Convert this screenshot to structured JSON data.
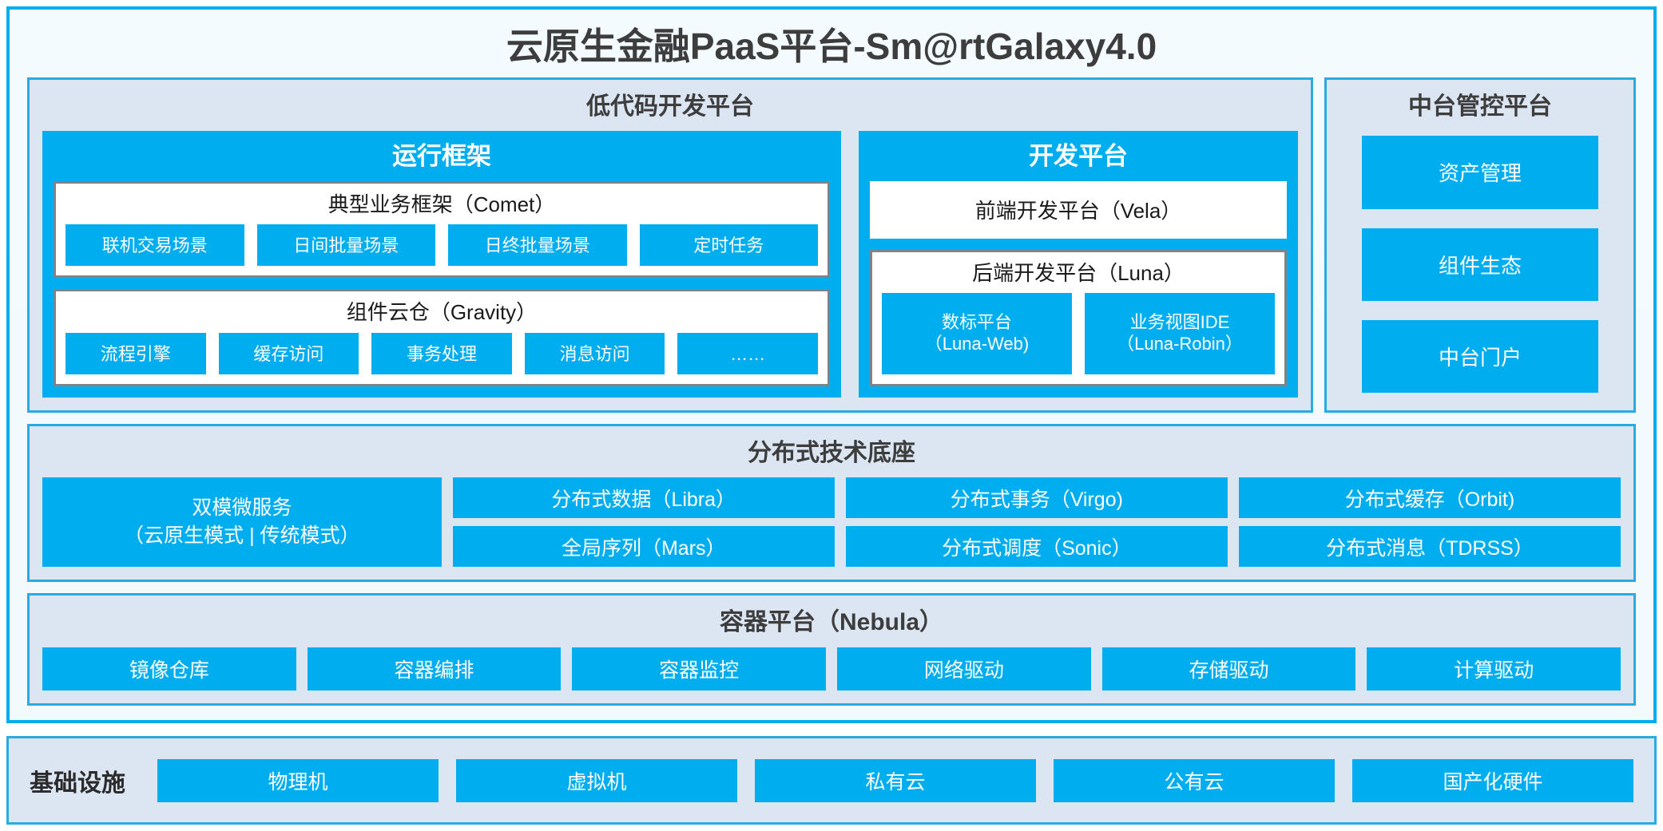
{
  "platform": {
    "title": "云原生金融PaaS平台-Sm@rtGalaxy4.0"
  },
  "colors": {
    "accent_blue": "#00ADEE",
    "panel_border": "#29ABE2",
    "panel_fill": "#DCE6F2",
    "inner_box_border": "#7F8389",
    "frame_bg": "#F4FBFE",
    "text_dark": "#3D3D3D",
    "text_on_blue": "#FFFFFF"
  },
  "lowcode": {
    "title": "低代码开发平台",
    "runtime": {
      "title": "运行框架",
      "comet": {
        "title": "典型业务框架（Comet）",
        "items": [
          "联机交易场景",
          "日间批量场景",
          "日终批量场景",
          "定时任务"
        ]
      },
      "gravity": {
        "title": "组件云仓（Gravity）",
        "items": [
          "流程引擎",
          "缓存访问",
          "事务处理",
          "消息访问",
          "……"
        ]
      }
    },
    "devplatform": {
      "title": "开发平台",
      "frontend": "前端开发平台（Vela）",
      "backend": {
        "title": "后端开发平台（Luna）",
        "items": [
          "数标平台\n（Luna-Web)",
          "业务视图IDE\n（Luna-Robin）"
        ],
        "items_line1": [
          "数标平台",
          "业务视图IDE"
        ],
        "items_line2": [
          "（Luna-Web)",
          "（Luna-Robin）"
        ]
      }
    }
  },
  "midoffice": {
    "title": "中台管控平台",
    "items": [
      "资产管理",
      "组件生态",
      "中台门户"
    ]
  },
  "techbase": {
    "title": "分布式技术底座",
    "dual_mode": {
      "line1": "双模微服务",
      "line2": "（云原生模式 | 传统模式）"
    },
    "columns": [
      {
        "top": "分布式数据（Libra）",
        "bottom": "全局序列（Mars）"
      },
      {
        "top": "分布式事务（Virgo)",
        "bottom": "分布式调度（Sonic）"
      },
      {
        "top": "分布式缓存（Orbit)",
        "bottom": "分布式消息（TDRSS）"
      }
    ]
  },
  "container": {
    "title": "容器平台（Nebula）",
    "items": [
      "镜像仓库",
      "容器编排",
      "容器监控",
      "网络驱动",
      "存储驱动",
      "计算驱动"
    ]
  },
  "infrastructure": {
    "label": "基础设施",
    "items": [
      "物理机",
      "虚拟机",
      "私有云",
      "公有云",
      "国产化硬件"
    ]
  }
}
